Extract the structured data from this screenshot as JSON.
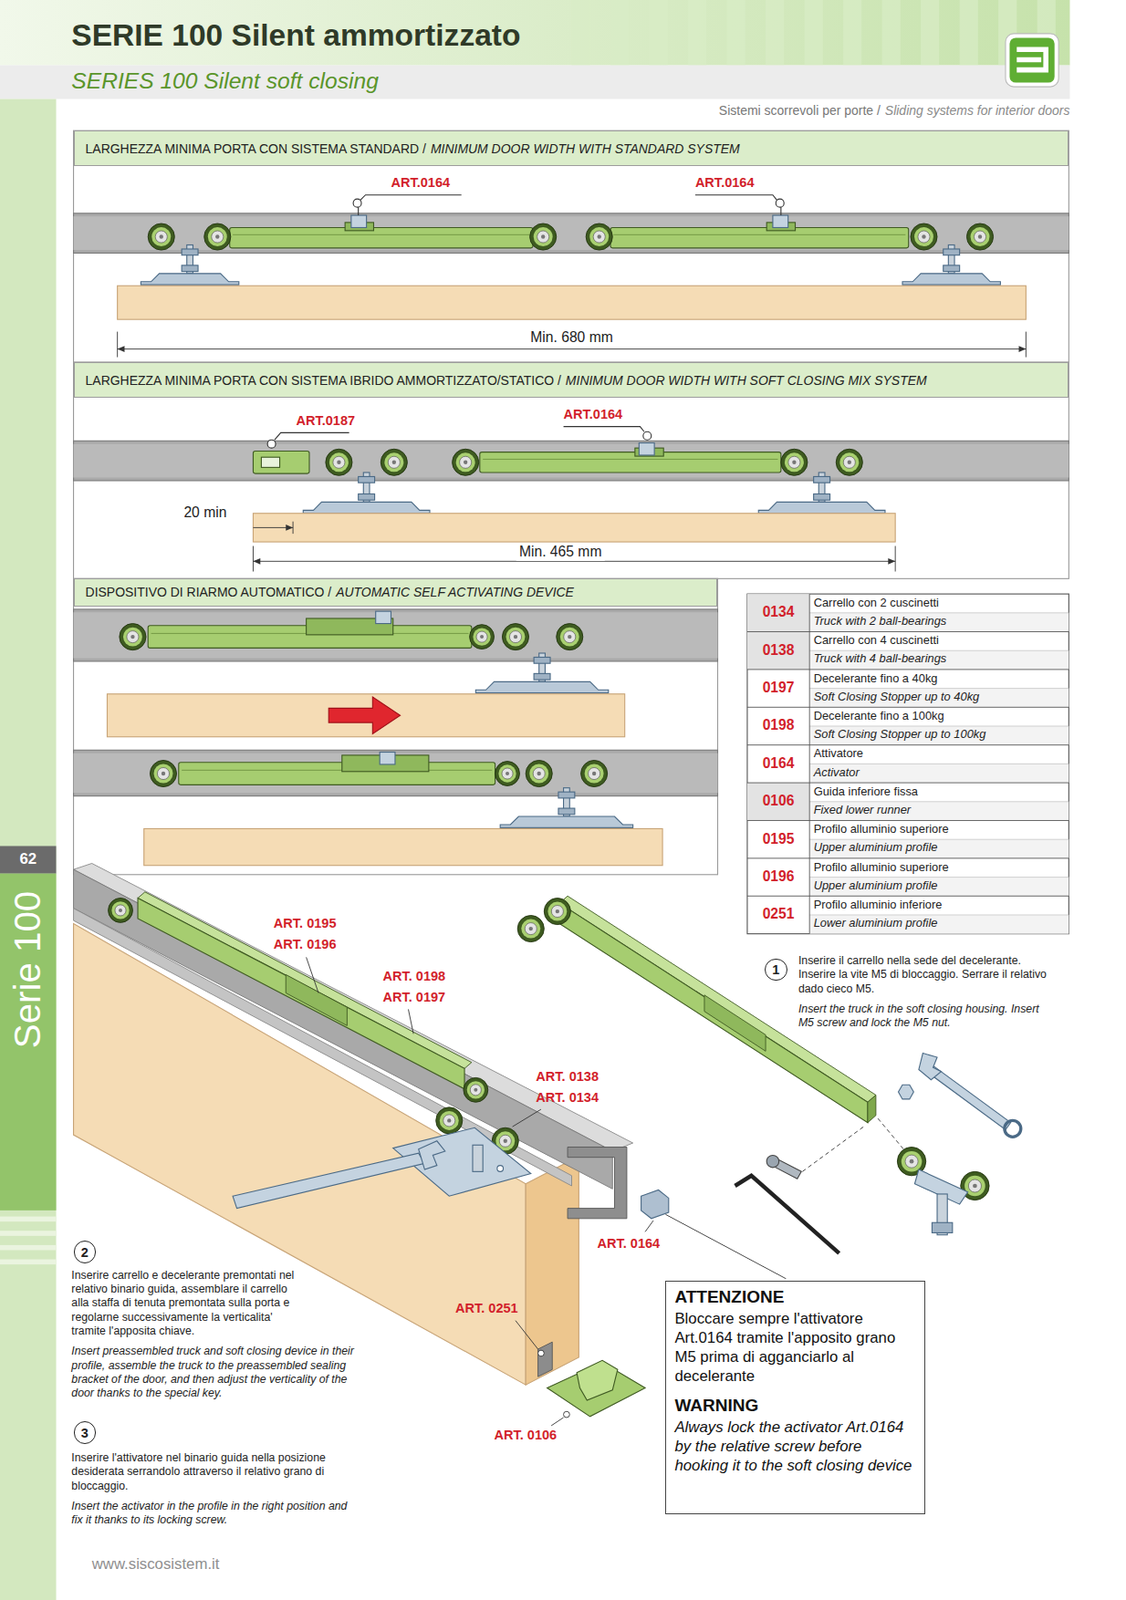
{
  "diagram": {
    "title": "SERIE 100 Silent ammortizzato",
    "nodes": [
      {
        "text": [
          "LARGHEZZA MINIMA PORTA CON SISTEMA STANDARD /",
          "MINIMUM DOOR WIDTH WITH STANDARD SYSTEM"
        ]
      },
      {
        "text": [
          "LARGHEZZA MINIMA PORTA CON SISTEMA IBRIDO AMMORTIZZATO/STATICO /",
          "MINIMUM DOOR WIDTH WITH SOFT CLOSING MIX SYSTEM"
        ]
      },
      {
        "text": [
          "DISPOSITIVO DI RIARMO AUTOMATICO /",
          "AUTOMATIC SELF ACTIVATING DEVICE"
        ]
      },
      {
        "text": [
          "1"
        ]
      },
      {
        "text": [
          "2"
        ]
      },
      {
        "text": [
          "ATTENZIONE",
          "Bloccare sempre l'attivatore Art.0164 tramite l'apposito grano M5 prima di agganciarlo al decelerante",
          "WARNING",
          "Always lock the activator Art.0164 by the relative screw before hooking it to the soft closing device"
        ]
      },
      {
        "text": [
          "3"
        ]
      }
    ],
    "labels": [
      "SERIES 100 Silent soft closing",
      "Sistemi scorrevoli per porte /",
      "Sliding systems for interior doors",
      "ART.0164",
      "ART.0164",
      "Min. 680 mm",
      "ART.0187",
      "ART.0164",
      "20 min",
      "Min. 465 mm",
      "0134",
      "Carrello con 2 cuscinetti",
      "Truck with 2 ball-bearings",
      "0138",
      "Carrello con 4 cuscinetti",
      "Truck with 4 ball-bearings",
      "0197",
      "Decelerante fino a 40kg",
      "Soft Closing Stopper up to 40kg",
      "0198",
      "Decelerante fino a 100kg",
      "Soft Closing Stopper up to 100kg",
      "0164",
      "Attivatore",
      "Activator",
      "0106",
      "Guida inferiore fissa",
      "Fixed lower runner",
      "0195",
      "Profilo alluminio superiore",
      "Upper aluminium profile",
      "0196",
      "Profilo alluminio superiore",
      "Upper aluminium profile",
      "0251",
      "Profilo alluminio inferiore",
      "Lower aluminium profile",
      "62",
      "Serie 100",
      "ART. 0195",
      "ART. 0196",
      "ART. 0198",
      "ART. 0197",
      "ART. 0138",
      "ART. 0134",
      "Inserire il carrello nella sede del decelerante. Inserire la vite M5 di bloccaggio. Serrare il relativo dado cieco M5.",
      "Insert the truck in the soft closing housing. Insert M5 screw and lock the M5 nut.",
      "ART. 0164",
      "Inserire carrello e decelerante premontati nel relativo binario guida, assemblare il carrello alla staffa di tenuta premontata sulla porta e regolarne successivamente la verticalita' tramite l'apposita chiave.",
      "Insert preassembled truck and soft closing device in their profile, assemble the truck to the preassembled sealing bracket of the door, and then adjust the verticality of the door thanks to the special key.",
      "ART. 0251",
      "ART. 0106",
      "Inserire l'attivatore nel binario guida nella posizione desiderata serrandolo attraverso il relativo grano di bloccaggio.",
      "Insert the activator in the profile in the right position and fix it thanks to its locking screw.",
      "www.siscosistem.it"
    ]
  }
}
